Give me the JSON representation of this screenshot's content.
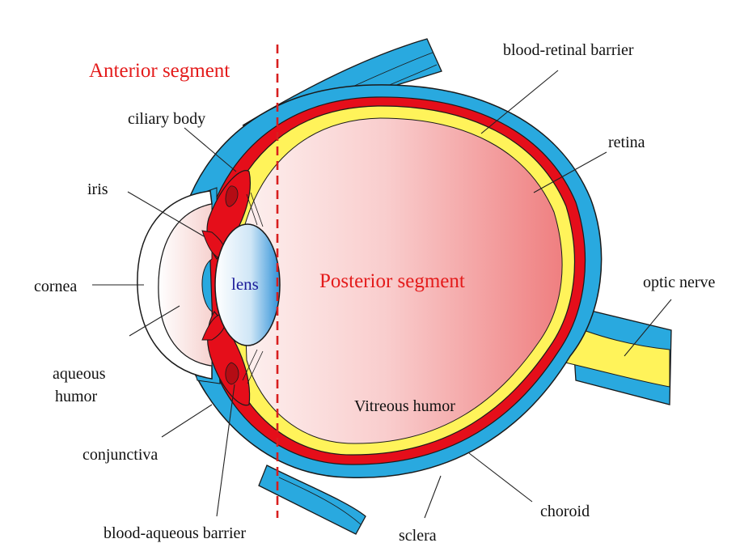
{
  "segments": {
    "anterior": "Anterior segment",
    "posterior": "Posterior segment"
  },
  "labels": {
    "blood_retinal_barrier": "blood-retinal barrier",
    "ciliary_body": "ciliary body",
    "retina": "retina",
    "iris": "iris",
    "lens": "lens",
    "cornea": "cornea",
    "optic_nerve": "optic nerve",
    "aqueous_line1": "aqueous",
    "aqueous_line2": "humor",
    "vitreous_humor": "Vitreous humor",
    "conjunctiva": "conjunctiva",
    "choroid": "choroid",
    "sclera": "sclera",
    "blood_aqueous_barrier": "blood-aqueous barrier"
  },
  "colors": {
    "sclera": "#29a9df",
    "choroid": "#e50e1a",
    "retina": "#ffee58",
    "vitreous": "#f08383",
    "lens": "#2e8fd6",
    "segment_label": "#e41b1b",
    "divider": "#d81e1e"
  }
}
